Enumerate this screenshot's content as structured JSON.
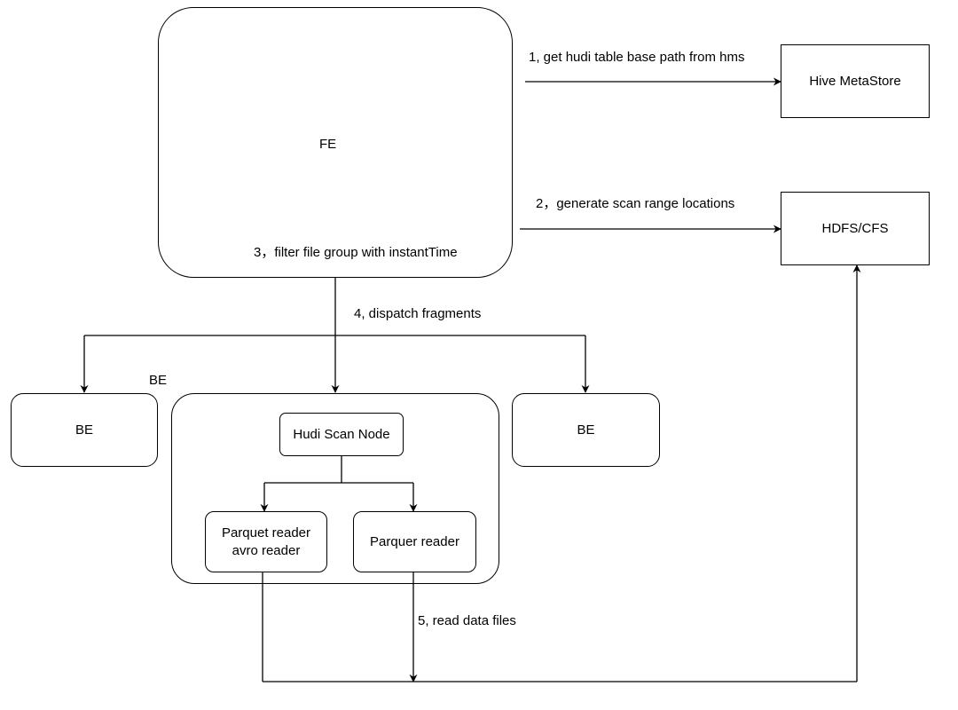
{
  "nodes": {
    "fe": "FE",
    "hive_metastore": "Hive MetaStore",
    "hdfs_cfs": "HDFS/CFS",
    "be_left": "BE",
    "be_right": "BE",
    "be_center_label": "BE",
    "hudi_scan_node": "Hudi Scan Node",
    "parquet_avro_reader": [
      "Parquet reader",
      "avro reader"
    ],
    "parquer_reader": "Parquer reader"
  },
  "steps": {
    "step1": "1, get hudi table base path from hms",
    "step2": "2，generate scan range locations",
    "step3": "3，filter file group with instantTime",
    "step4": "4, dispatch fragments",
    "step5": "5, read data files"
  }
}
